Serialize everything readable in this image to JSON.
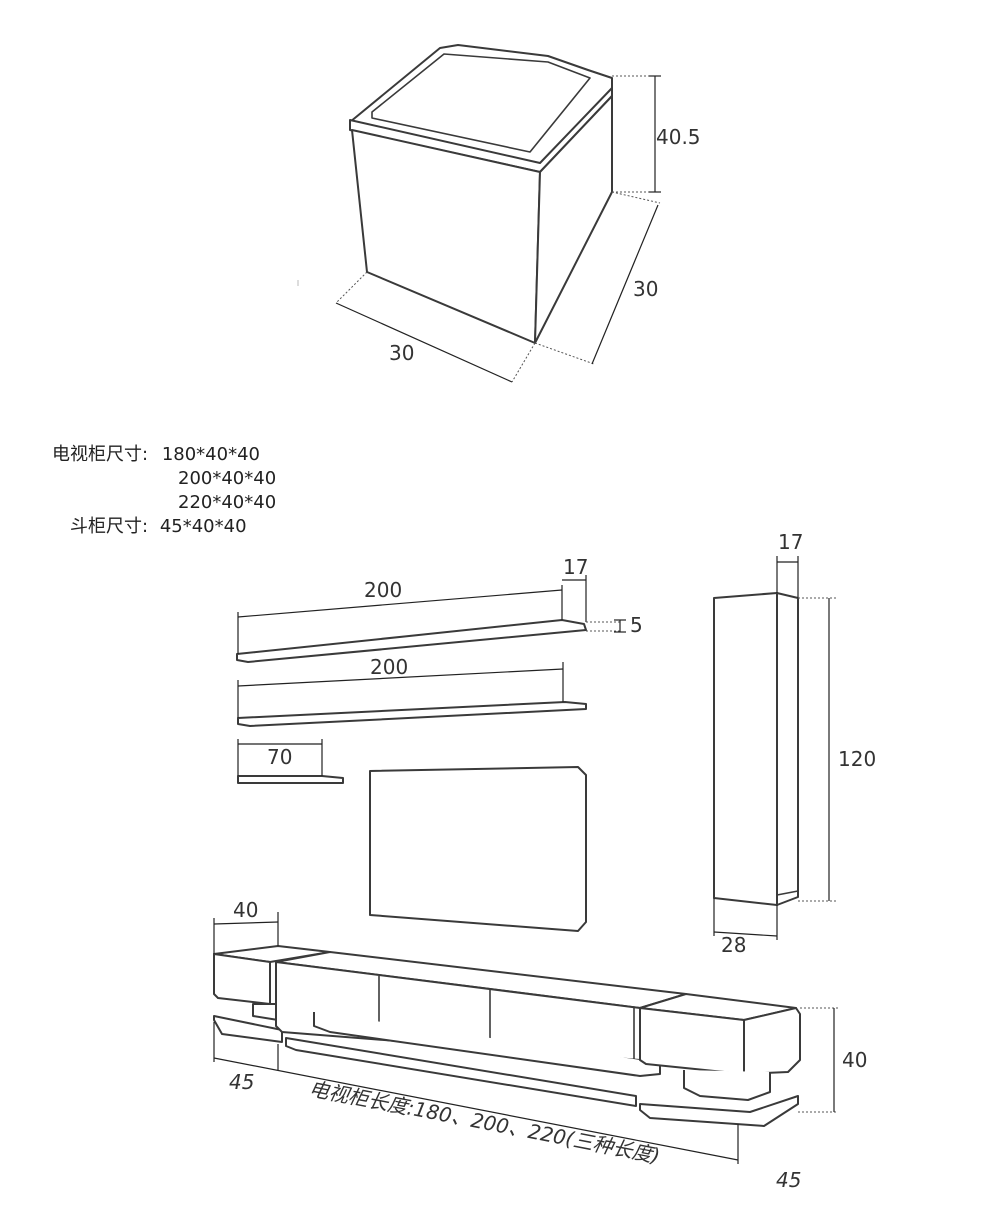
{
  "ottoman": {
    "height": "40.5",
    "depth": "30",
    "width": "30"
  },
  "specs": {
    "tv_label": "电视柜尺寸:",
    "tv_sizes": [
      "180*40*40",
      "200*40*40",
      "220*40*40"
    ],
    "chest_label": "斗柜尺寸:",
    "chest_size": "45*40*40"
  },
  "shelves": {
    "long1": "200",
    "depth": "17",
    "thick": "5",
    "long2": "200",
    "short": "70"
  },
  "tall_cabinet": {
    "depth": "17",
    "height": "120",
    "width": "28"
  },
  "tv_cabinet": {
    "depth": "40",
    "height": "40",
    "side_width_left": "45",
    "side_width_right": "45",
    "length_note": "电视柜长度:180、200、220(三种长度)"
  }
}
